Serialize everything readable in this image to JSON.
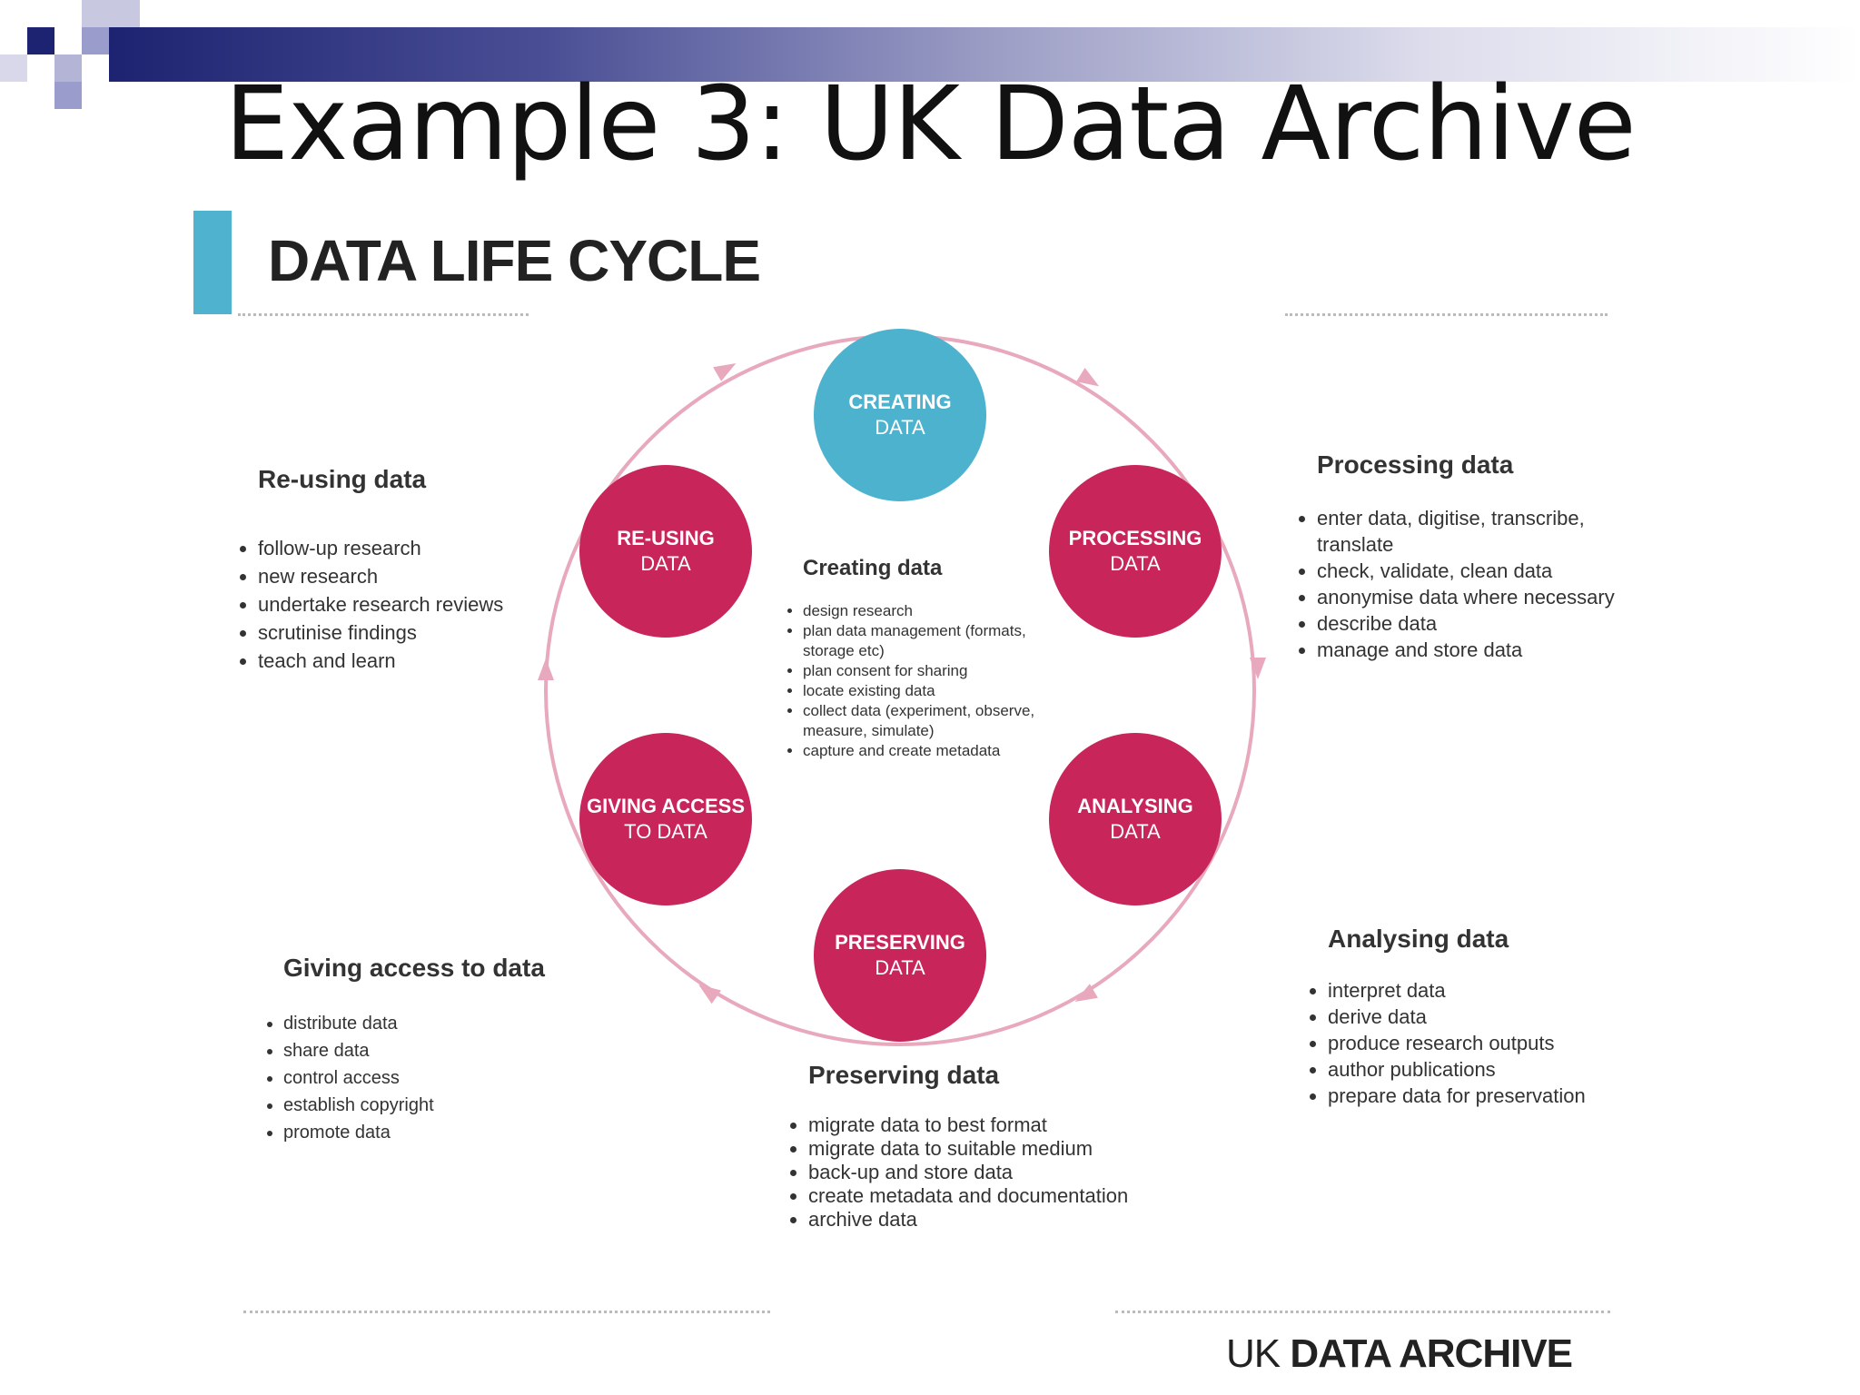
{
  "slide": {
    "title": "Example 3: UK Data Archive"
  },
  "diagram": {
    "title": "DATA LIFE CYCLE",
    "colors": {
      "accent_blue": "#4db2cd",
      "accent_pink": "#c8255a",
      "ring": "#e8a9bd"
    },
    "stages": [
      {
        "line1": "CREATING",
        "line2": "DATA"
      },
      {
        "line1": "PROCESSING",
        "line2": "DATA"
      },
      {
        "line1": "ANALYSING",
        "line2": "DATA"
      },
      {
        "line1": "PRESERVING",
        "line2": "DATA"
      },
      {
        "line1": "GIVING ACCESS",
        "line2": "TO DATA"
      },
      {
        "line1": "RE-USING",
        "line2": "DATA"
      }
    ],
    "sections": {
      "reusing": {
        "heading": "Re-using data",
        "items": [
          "follow-up research",
          "new research",
          "undertake research reviews",
          "scrutinise findings",
          "teach and learn"
        ]
      },
      "creating": {
        "heading": "Creating data",
        "items": [
          "design research",
          "plan data management (formats, storage etc)",
          "plan consent for sharing",
          "locate existing data",
          "collect data (experiment, observe, measure, simulate)",
          "capture and create metadata"
        ]
      },
      "processing": {
        "heading": "Processing data",
        "items": [
          "enter data, digitise, transcribe, translate",
          "check, validate, clean data",
          "anonymise data where necessary",
          "describe data",
          "manage and store data"
        ]
      },
      "analysing": {
        "heading": "Analysing data",
        "items": [
          "interpret data",
          "derive data",
          "produce research outputs",
          "author publications",
          "prepare data for preservation"
        ]
      },
      "preserving": {
        "heading": "Preserving data",
        "items": [
          "migrate data to best format",
          "migrate data to suitable medium",
          "back-up and store data",
          "create metadata and documentation",
          "archive data"
        ]
      },
      "giving_access": {
        "heading": "Giving access to data",
        "items": [
          "distribute data",
          "share data",
          "control access",
          "establish copyright",
          "promote data"
        ]
      }
    },
    "footer": {
      "logo_light": "UK ",
      "logo_bold": "DATA ARCHIVE"
    }
  }
}
